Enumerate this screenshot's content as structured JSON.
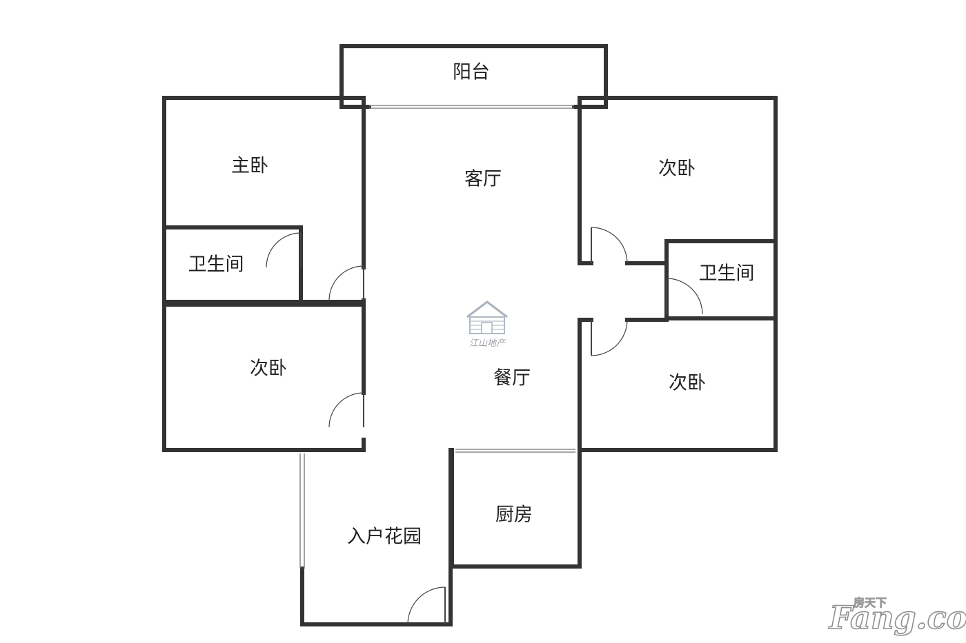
{
  "rooms": {
    "balcony": "阳台",
    "living_room": "客厅",
    "dining_room": "餐厅",
    "master_bedroom": "主卧",
    "bathroom_left": "卫生间",
    "bedroom_left": "次卧",
    "bedroom_top_right": "次卧",
    "bathroom_right": "卫生间",
    "bedroom_bottom_right": "次卧",
    "kitchen": "厨房",
    "entry_garden": "入户花园"
  },
  "watermark": {
    "text": "江山地产",
    "icon": "house-logo-icon"
  },
  "brand": {
    "small_text": "房天下",
    "large_text": "Fang.com"
  }
}
